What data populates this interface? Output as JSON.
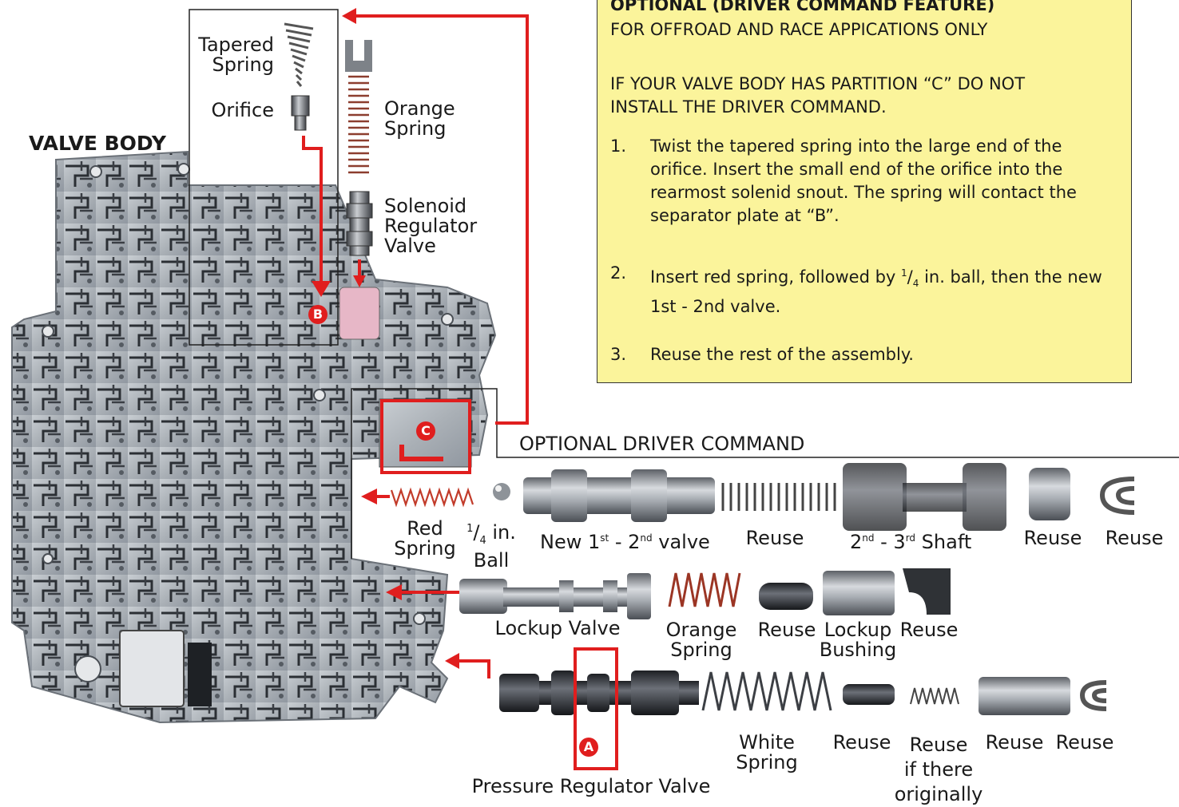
{
  "valve_body_label": "VALVE BODY",
  "notes": {
    "title": "OPTIONAL (DRIVER COMMAND FEATURE)",
    "subtitle": "FOR OFFROAD AND RACE APPICATIONS ONLY",
    "warning": "IF YOUR VALVE BODY HAS PARTITION “C” DO NOT INSTALL THE DRIVER COMMAND.",
    "steps": [
      {
        "num": "1.",
        "text": "Twist the tapered spring into the large end of the orifice. Insert the small end of the orifice into the rearmost solenid snout. The spring will contact the separator plate at “B”."
      },
      {
        "num": "2.",
        "text_before": "Insert red spring, followed by ",
        "frac_num": "1",
        "frac_den": "4",
        "text_after": " in. ball, then the new 1st - 2nd valve."
      },
      {
        "num": "3.",
        "text": "Reuse the rest of the assembly."
      }
    ]
  },
  "top_parts": {
    "tapered_spring": [
      "Tapered",
      "Spring"
    ],
    "orifice": "Orifice",
    "orange_spring": [
      "Orange",
      "Spring"
    ],
    "solenoid_regulator_valve": [
      "Solenoid",
      "Regulator",
      "Valve"
    ]
  },
  "markers": {
    "a": "A",
    "b": "B",
    "c": "C"
  },
  "driver_command": {
    "title": "OPTIONAL DRIVER COMMAND",
    "red_spring": [
      "Red",
      "Spring"
    ],
    "ball_frac_num": "1",
    "ball_frac_den": "4",
    "ball_in": " in.",
    "ball": "Ball",
    "new_valve_prefix": "New 1",
    "new_valve_sup1": "st",
    "new_valve_mid": " - 2",
    "new_valve_sup2": "nd",
    "new_valve_suffix": " valve",
    "reuse_1": "Reuse",
    "shaft_prefix": "2",
    "shaft_sup1": "nd",
    "shaft_mid": " - 3",
    "shaft_sup2": "rd",
    "shaft_suffix": " Shaft",
    "reuse_2": "Reuse",
    "reuse_3": "Reuse"
  },
  "lockup": {
    "valve": "Lockup Valve",
    "orange_spring": [
      "Orange",
      "Spring"
    ],
    "reuse_1": "Reuse",
    "bushing": [
      "Lockup",
      "Bushing"
    ],
    "reuse_2": "Reuse"
  },
  "pressure": {
    "valve": "Pressure Regulator Valve",
    "white_spring": [
      "White",
      "Spring"
    ],
    "reuse_1": "Reuse",
    "reuse_if": [
      "Reuse",
      "if there",
      "originally"
    ],
    "reuse_2": "Reuse",
    "reuse_3": "Reuse"
  },
  "colors": {
    "accent_red": "#e01e1e",
    "note_bg": "#fbf49b",
    "metal": "#9aa1a8"
  }
}
